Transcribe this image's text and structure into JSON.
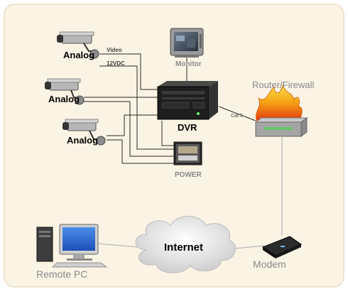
{
  "labels": {
    "camera_1": "Analog",
    "camera_2": "Analog",
    "camera_3": "Analog",
    "video": "Video",
    "power_12vdc": "12VDC",
    "monitor": "Monitor",
    "dvr": "DVR",
    "power": "POWER",
    "cat5": "Cat 5",
    "router_firewall": "Router/Firewall",
    "internet": "Internet",
    "remote_pc": "Remote PC",
    "modem": "Modem"
  },
  "colors": {
    "background": "#fbf3e4",
    "wire": "#2a2a2a",
    "network_link": "#b9b9b9",
    "gray_label": "#8a8a8a",
    "flame": "#f39c12"
  }
}
